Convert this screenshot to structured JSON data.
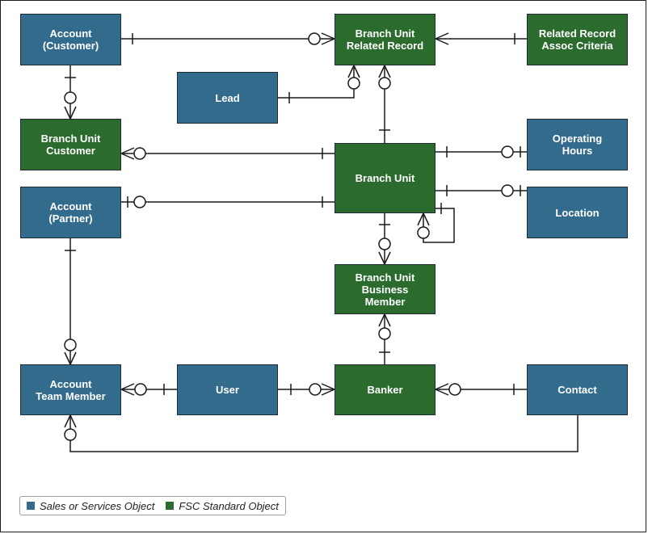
{
  "colors": {
    "sales_services": "#336b8c",
    "fsc_standard": "#2b6b2e",
    "line": "#1a1a1a"
  },
  "entities": {
    "account_customer": "Account\n(Customer)",
    "branch_unit_related_record": "Branch Unit\nRelated Record",
    "related_record_assoc_criteria": "Related Record\nAssoc Criteria",
    "lead": "Lead",
    "branch_unit_customer": "Branch Unit\nCustomer",
    "branch_unit": "Branch Unit",
    "operating_hours": "Operating\nHours",
    "account_partner": "Account\n(Partner)",
    "location": "Location",
    "branch_unit_business_member": "Branch Unit\nBusiness\nMember",
    "account_team_member": "Account\nTeam Member",
    "user": "User",
    "banker": "Banker",
    "contact": "Contact"
  },
  "legend": {
    "sales_services_label": "Sales or Services Object",
    "fsc_standard_label": "FSC Standard Object"
  }
}
